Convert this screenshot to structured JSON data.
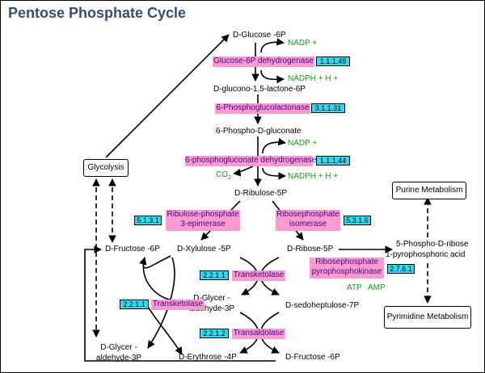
{
  "title": "Pentose Phosphate Cycle",
  "colors": {
    "title": "#3a4d6f",
    "enzyme_fill": "#ff9ad0",
    "enzyme_text": "#3a0a8a",
    "ec_fill": "#33d9ee",
    "cofactor": "#1a9a1a"
  },
  "nodes": {
    "glucose6p": "D-Glucose -6P",
    "lactone": "D-glucono-1,5-lactone-6P",
    "gluconate": "6-Phospho-D-gluconate",
    "ribulose5p": "D-Ribulose-5P",
    "fructose6p_left": "D-Fructose -6P",
    "xylulose5p": "D-Xylulose -5P",
    "ribose5p": "D-Ribose-5P",
    "prpp_1": "5-Phospho-D-ribose",
    "prpp_2": "1-pyrophosphoric acid",
    "g3p_mid_1": "D-Glycer -",
    "g3p_mid_2": "aldehyde-3P",
    "sedoheptulose": "D-sedoheptulose-7P",
    "g3p_left_1": "D-Glycer -",
    "g3p_left_2": "aldehyde-3P",
    "erythrose4p": "D-Erythrose -4P",
    "fructose6p_bottom": "D-Fructose -6P"
  },
  "boxes": {
    "glycolysis": "Glycolysis",
    "purine": "Purine Metabolism",
    "pyrimidine": "Pyrimidine Metabolism"
  },
  "enzymes": {
    "g6pd": {
      "label": "Glucose-6P dehydrogenase",
      "ec": "1.1.1.49"
    },
    "pgl": {
      "label": "6-Phosphoglucolactonase",
      "ec": "3.1.1.31"
    },
    "pgd": {
      "label": "6-phosphogluconate dehydrogenase",
      "ec": "1.1.1.44"
    },
    "rpe": {
      "line1": "Ribulose-phosphate",
      "line2": "3-epimerase",
      "ec": "5.1.3.1"
    },
    "rpi": {
      "line1": "Ribosephosphate",
      "line2": "isomerase",
      "ec": "5.3.1.6"
    },
    "prps": {
      "line1": "Ribosephosphate",
      "line2": "pyrophosphokinase",
      "ec": "2.7.6.1"
    },
    "tkt_mid": {
      "label": "Transketolase",
      "ec": "2.2.1.1"
    },
    "tkt_left": {
      "label": "Transketolase",
      "ec": "2.2.1.1"
    },
    "tal": {
      "label": "Transaldolase",
      "ec": "2.2.1.2"
    }
  },
  "cofactors": {
    "nadp1": "NADP +",
    "nadph1": "NADPH + H +",
    "nadp2": "NADP +",
    "co2_main": "CO",
    "co2_sub": "2",
    "nadph2": "NADPH + H +",
    "atp": "ATP",
    "amp": "AMP"
  }
}
